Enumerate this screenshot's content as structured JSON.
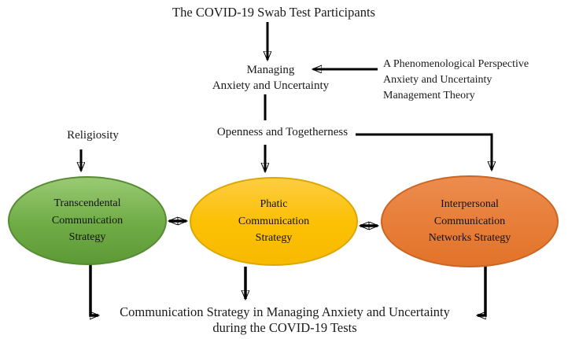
{
  "title": "The COVID-19 Swab Test Participants",
  "nodes": {
    "managing": {
      "line1": "Managing",
      "line2": "Anxiety and Uncertainty"
    },
    "theory": {
      "line1": "A Phenomenological Perspective",
      "line2": "Anxiety and Uncertainty",
      "line3": "Management Theory"
    },
    "religiosity": {
      "label": "Religiosity"
    },
    "openness": {
      "label": "Openness and Togetherness"
    },
    "transcendental": {
      "line1": "Transcendental",
      "line2": "Communication",
      "line3": "Strategy",
      "fill": "#70ad47"
    },
    "phatic": {
      "line1": "Phatic",
      "line2": "Communication",
      "line3": "Strategy",
      "fill": "#fcc005"
    },
    "interpersonal": {
      "line1": "Interpersonal",
      "line2": "Communication",
      "line3": "Networks Strategy",
      "fill": "#e77e39"
    },
    "outcome": {
      "line1": "Communication Strategy in Managing Anxiety and Uncertainty",
      "line2": "during the COVID-19 Tests"
    }
  },
  "colors": {
    "arrow": "#000000",
    "green_fill": "#70ad47",
    "green_border": "#568b33",
    "yellow_fill": "#fcc005",
    "yellow_border": "#dda701",
    "orange_fill": "#e77e39",
    "orange_border": "#cb6524",
    "text": "#1a1a1a",
    "background": "#ffffff"
  }
}
